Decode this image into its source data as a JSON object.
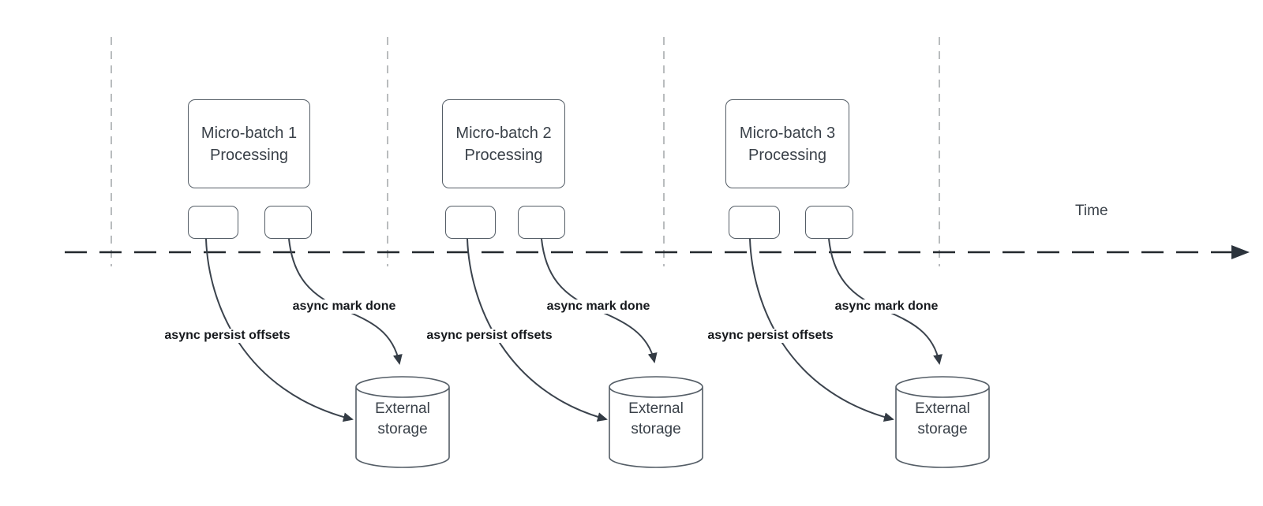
{
  "diagram": {
    "time_axis_label": "Time",
    "batches": [
      {
        "processing_label_line1": "Micro-batch 1",
        "processing_label_line2": "Processing",
        "persist_arrow_label": "async persist offsets",
        "mark_done_arrow_label": "async mark done",
        "storage_label_line1": "External",
        "storage_label_line2": "storage"
      },
      {
        "processing_label_line1": "Micro-batch 2",
        "processing_label_line2": "Processing",
        "persist_arrow_label": "async persist offsets",
        "mark_done_arrow_label": "async mark done",
        "storage_label_line1": "External",
        "storage_label_line2": "storage"
      },
      {
        "processing_label_line1": "Micro-batch 3",
        "processing_label_line2": "Processing",
        "persist_arrow_label": "async persist offsets",
        "mark_done_arrow_label": "async mark done",
        "storage_label_line1": "External",
        "storage_label_line2": "storage"
      }
    ],
    "colors": {
      "background": "#ffffff",
      "shape_stroke": "#545d66",
      "curve_stroke": "#3b434d",
      "timeline_stroke": "#23282d",
      "guide_line_stroke": "#b9bcbe",
      "shape_text": "#3a4149",
      "arrow_label_text": "#16191d"
    }
  }
}
